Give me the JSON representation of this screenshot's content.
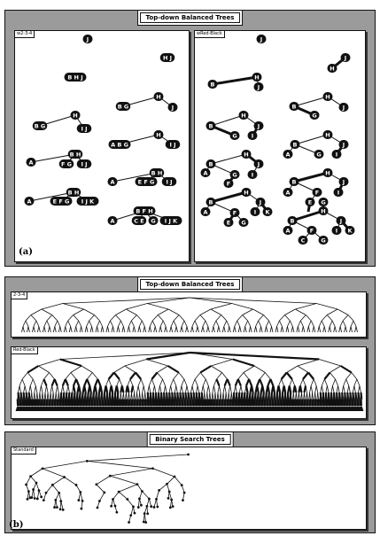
{
  "window_a": {
    "title": "Top-down Balanced Trees",
    "left_panel": "w2-3-4",
    "right_panel": "wRed-Black",
    "fig_label": "(a)",
    "trees_234": [
      {
        "root": "J",
        "children": []
      },
      {
        "root": "H J",
        "children": []
      },
      {
        "root": "B H J",
        "children": []
      },
      {
        "root": "H",
        "children": [
          "B G",
          "J"
        ]
      },
      {
        "root": "H",
        "children": [
          "B G",
          "I J"
        ]
      },
      {
        "root": "H",
        "children": [
          "A B G",
          "I J"
        ]
      },
      {
        "root": "B H",
        "children": [
          "A",
          "F G",
          "I J"
        ]
      },
      {
        "root": "B H",
        "children": [
          "A",
          "E F G",
          "I J"
        ]
      },
      {
        "root": "B H",
        "children": [
          "A",
          "E F G",
          "I J K"
        ]
      },
      {
        "root": "B F H",
        "children": [
          "A",
          "C E",
          "G",
          "I J K"
        ]
      }
    ]
  },
  "window_b": {
    "title": "Top-down Balanced Trees",
    "panel1": "2-3-4",
    "panel2": "Red-Black"
  },
  "window_c": {
    "title": "Binary Search Trees",
    "panel1": "Standard",
    "fig_label": "(b)"
  },
  "colors": {
    "node": "#111111",
    "window": "#9b9b9b"
  }
}
